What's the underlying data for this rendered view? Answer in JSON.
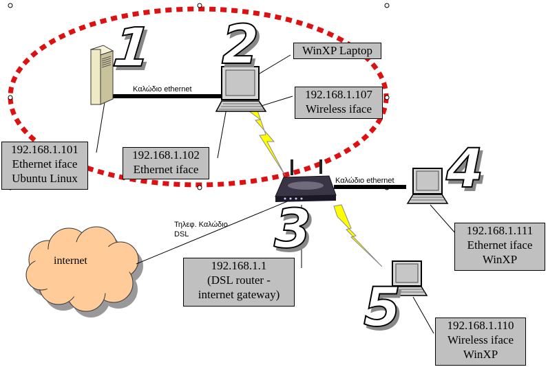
{
  "nodes": {
    "n1": {
      "number": "1",
      "lines": [
        "192.168.1.101",
        "Ethernet iface",
        "Ubuntu Linux"
      ]
    },
    "n2": {
      "number": "2",
      "laptop_label": "WinXP Laptop",
      "wireless_lines": [
        "192.168.1.107",
        "Wireless iface"
      ],
      "ethernet_lines": [
        "192.168.1.102",
        "Ethernet iface"
      ]
    },
    "n3": {
      "number": "3",
      "lines": [
        "192.168.1.1",
        "(DSL router -",
        "internet gateway)"
      ]
    },
    "n4": {
      "number": "4",
      "lines": [
        "192.168.1.111",
        "Ethernet iface",
        "WinXP"
      ]
    },
    "n5": {
      "number": "5",
      "lines": [
        "192.168.1.110",
        "Wireless iface",
        "WinXP"
      ]
    }
  },
  "links": {
    "ethernet_left": "Καλώδιο ethernet",
    "ethernet_right": "Καλώδιο ethernet",
    "dsl": [
      "Τηλεφ. Καλώδιο",
      "DSL"
    ]
  },
  "cloud": {
    "label": "internet"
  },
  "colors": {
    "callout_bg": "#c0c0c0",
    "ellipse": "#dd1111",
    "cloud_fill": "#ffcc99",
    "lightning": "#ffff00",
    "cable": "#000000"
  }
}
